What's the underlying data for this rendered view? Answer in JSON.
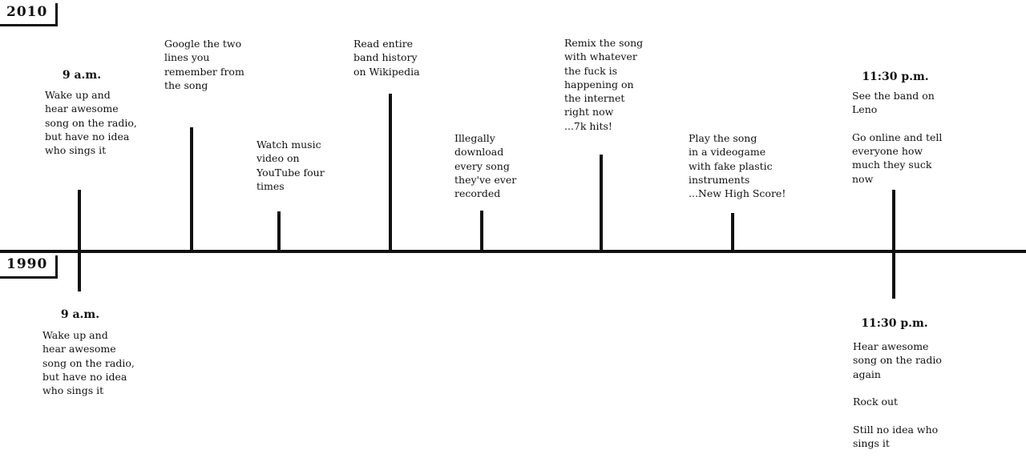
{
  "years": {
    "top": "2010",
    "bottom": "1990"
  },
  "events_2010": [
    {
      "time": "9 a.m.",
      "text": "Wake up and\nhear awesome\nsong on the radio,\nbut have no idea\nwho sings it"
    },
    {
      "time": "",
      "text": "Google the two\nlines you\nremember from\nthe song"
    },
    {
      "time": "",
      "text": "Watch music\nvideo on\nYouTube four\ntimes"
    },
    {
      "time": "",
      "text": "Read entire\nband history\non Wikipedia"
    },
    {
      "time": "",
      "text": "Illegally\ndownload\nevery song\nthey've ever\nrecorded"
    },
    {
      "time": "",
      "text": "Remix the song\nwith whatever\nthe fuck is\nhappening on\nthe internet\nright now\n   ...7k hits!"
    },
    {
      "time": "",
      "text": "Play the song\nin a videogame\nwith fake plastic\ninstruments\n...New High Score!"
    },
    {
      "time": "11:30 p.m.",
      "text": "See the band on\nLeno\n\nGo online and tell\neveryone how\nmuch they suck\nnow"
    }
  ],
  "events_1990": [
    {
      "time": "9 a.m.",
      "text": "Wake up and\nhear awesome\nsong on the radio,\nbut have no idea\nwho sings it"
    },
    {
      "time": "11:30 p.m.",
      "text": "Hear awesome\nsong on the radio\nagain\n\nRock out\n\nStill no idea who\nsings it"
    }
  ]
}
